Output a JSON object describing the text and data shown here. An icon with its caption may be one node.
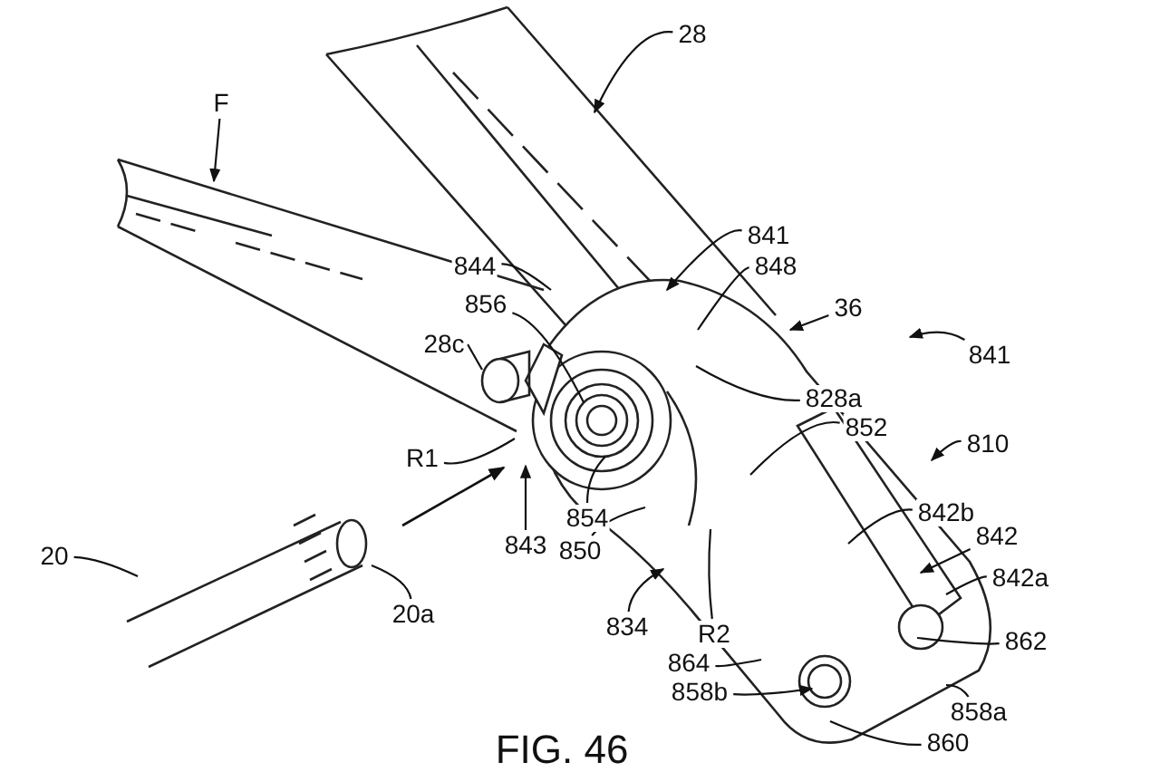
{
  "diagram": {
    "caption": "FIG. 46",
    "nodes": [
      {
        "text": [
          "F"
        ]
      },
      {
        "text": [
          "28"
        ]
      },
      {
        "text": [
          "841"
        ]
      },
      {
        "text": [
          "844"
        ]
      },
      {
        "text": [
          "848"
        ]
      },
      {
        "text": [
          "856"
        ]
      },
      {
        "text": [
          "36"
        ]
      },
      {
        "text": [
          "28c"
        ]
      },
      {
        "text": [
          "828a"
        ]
      },
      {
        "text": [
          "841"
        ]
      },
      {
        "text": [
          "852"
        ]
      },
      {
        "text": [
          "810"
        ]
      },
      {
        "text": [
          "R1"
        ]
      },
      {
        "text": [
          "842b"
        ]
      },
      {
        "text": [
          "854"
        ]
      },
      {
        "text": [
          "842"
        ]
      },
      {
        "text": [
          "843"
        ]
      },
      {
        "text": [
          "850"
        ]
      },
      {
        "text": [
          "20"
        ]
      },
      {
        "text": [
          "842a"
        ]
      },
      {
        "text": [
          "20a"
        ]
      },
      {
        "text": [
          "834"
        ]
      },
      {
        "text": [
          "R2"
        ]
      },
      {
        "text": [
          "862"
        ]
      },
      {
        "text": [
          "864"
        ]
      },
      {
        "text": [
          "858b"
        ]
      },
      {
        "text": [
          "858a"
        ]
      },
      {
        "text": [
          "860"
        ]
      }
    ],
    "edges": [
      {
        "from": 0,
        "to": null,
        "arrow": "to"
      },
      {
        "from": 1,
        "to": null,
        "arrow": "to"
      },
      {
        "from": 2,
        "to": null,
        "arrow": "to"
      },
      {
        "from": 3,
        "to": null,
        "arrow": "none"
      },
      {
        "from": 4,
        "to": null,
        "arrow": "none"
      },
      {
        "from": 5,
        "to": null,
        "arrow": "none"
      },
      {
        "from": 6,
        "to": null,
        "arrow": "to"
      },
      {
        "from": 7,
        "to": null,
        "arrow": "none"
      },
      {
        "from": 8,
        "to": null,
        "arrow": "none"
      },
      {
        "from": 9,
        "to": null,
        "arrow": "to"
      },
      {
        "from": 10,
        "to": null,
        "arrow": "none"
      },
      {
        "from": 11,
        "to": null,
        "arrow": "to"
      },
      {
        "from": 12,
        "to": null,
        "arrow": "none"
      },
      {
        "from": 13,
        "to": null,
        "arrow": "none"
      },
      {
        "from": 14,
        "to": null,
        "arrow": "none"
      },
      {
        "from": 15,
        "to": null,
        "arrow": "to"
      },
      {
        "from": 16,
        "to": null,
        "arrow": "to"
      },
      {
        "from": 17,
        "to": null,
        "arrow": "none"
      },
      {
        "from": 18,
        "to": null,
        "arrow": "none"
      },
      {
        "from": 19,
        "to": null,
        "arrow": "none"
      },
      {
        "from": 20,
        "to": null,
        "arrow": "none"
      },
      {
        "from": 21,
        "to": null,
        "arrow": "to"
      },
      {
        "from": 22,
        "to": null,
        "arrow": "none"
      },
      {
        "from": 23,
        "to": null,
        "arrow": "none"
      },
      {
        "from": 24,
        "to": null,
        "arrow": "none"
      },
      {
        "from": 25,
        "to": null,
        "arrow": "to"
      },
      {
        "from": 26,
        "to": null,
        "arrow": "none"
      },
      {
        "from": 27,
        "to": null,
        "arrow": "none"
      }
    ]
  }
}
